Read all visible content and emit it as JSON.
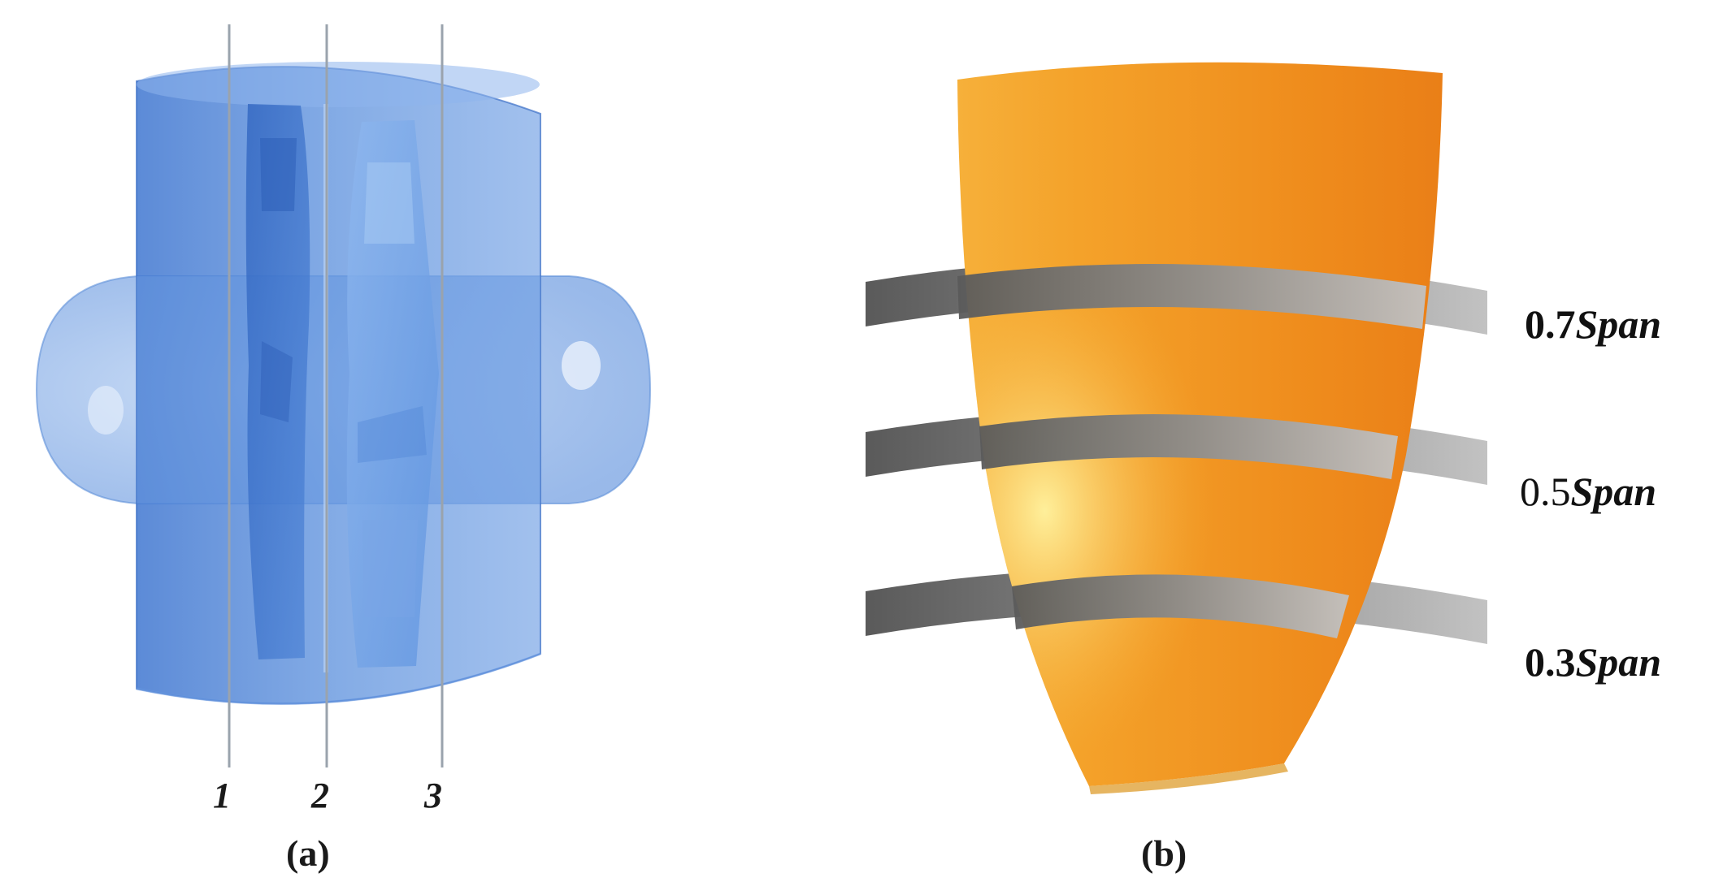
{
  "panel_a": {
    "caption": "(a)",
    "stations": [
      {
        "label": "1"
      },
      {
        "label": "2"
      },
      {
        "label": "3"
      }
    ]
  },
  "panel_b": {
    "caption": "(b)",
    "spans": [
      {
        "value": "0.7",
        "word": "Span"
      },
      {
        "value": "0.5",
        "word": "Span"
      },
      {
        "value": "0.3",
        "word": "Span"
      }
    ]
  },
  "colors": {
    "casing_blue": "#4f86d8",
    "blade_orange": "#f08c1e",
    "section_gray": "#8a8a8a"
  }
}
